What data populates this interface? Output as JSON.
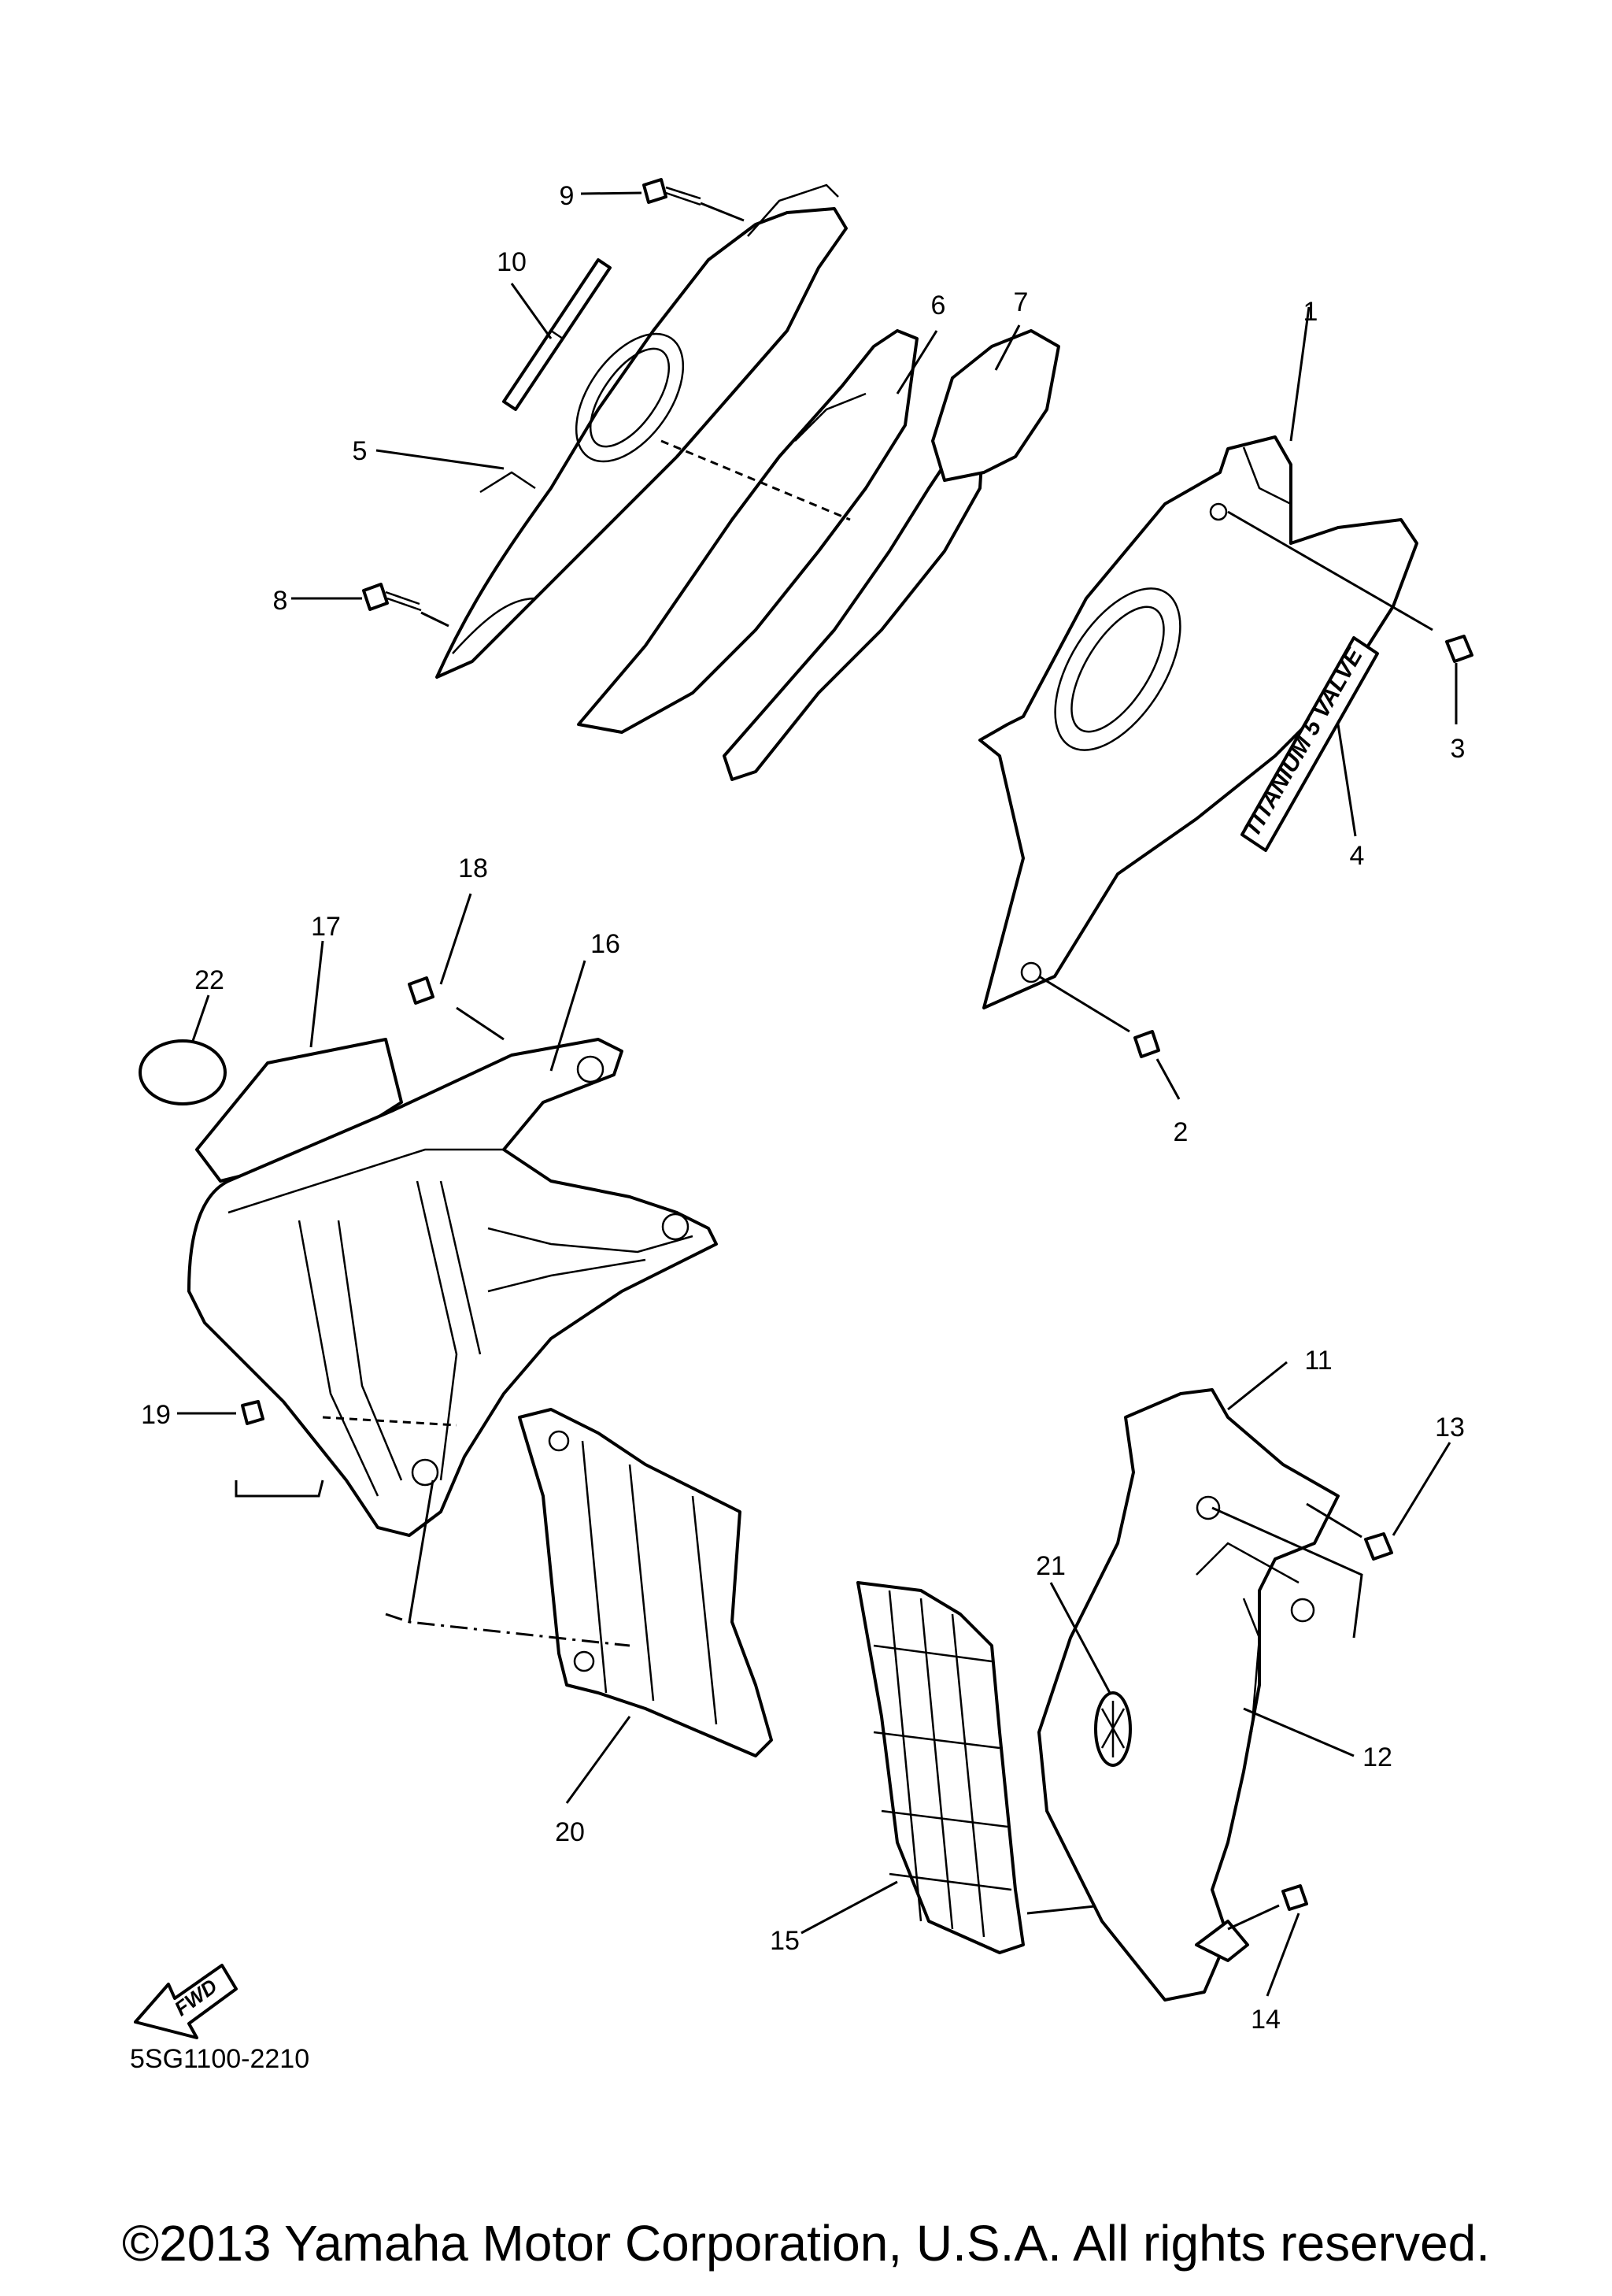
{
  "diagram": {
    "callouts": [
      "1",
      "2",
      "3",
      "4",
      "5",
      "6",
      "7",
      "8",
      "9",
      "10",
      "11",
      "12",
      "13",
      "14",
      "15",
      "16",
      "17",
      "18",
      "19",
      "20",
      "21",
      "22"
    ],
    "decal_text": "TITANIUM 5 VALVE",
    "fwd_label": "FWD",
    "diagram_code": "5SG1100-2210"
  },
  "footer": {
    "copyright": "©2013 Yamaha Motor Corporation, U.S.A. All rights reserved."
  }
}
